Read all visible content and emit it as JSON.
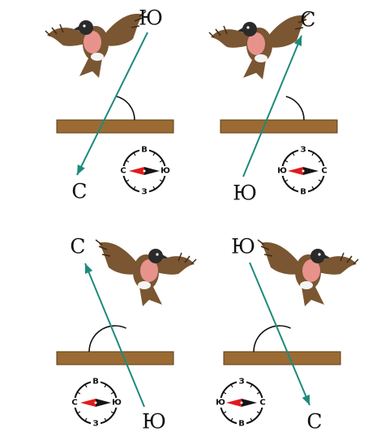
{
  "colors": {
    "background": "#ffffff",
    "arrow": "#1d8a7c",
    "bar": "#9b6b33",
    "bar_edge": "#5e3d14",
    "needle_north": "#e01b1b",
    "needle_south": "#151515",
    "bird_body": "#7a5632",
    "bird_breast": "#e8928c",
    "bird_head": "#2a2a2a"
  },
  "icons": {
    "bird": "bullfinch-in-flight",
    "compass": "compass-rose",
    "arrow": "direction-arrow"
  },
  "panels": [
    {
      "arrow_start": "Ю",
      "arrow_end": "С",
      "compass": {
        "top": "В",
        "bottom": "З",
        "left": "С",
        "right": "Ю"
      }
    },
    {
      "arrow_start": "Ю",
      "arrow_end": "С",
      "compass": {
        "top": "З",
        "bottom": "В",
        "left": "Ю",
        "right": "С"
      }
    },
    {
      "arrow_start": "Ю",
      "arrow_end": "С",
      "compass": {
        "top": "В",
        "bottom": "З",
        "left": "С",
        "right": "Ю"
      }
    },
    {
      "arrow_start": "Ю",
      "arrow_end": "С",
      "compass": {
        "top": "З",
        "bottom": "В",
        "left": "Ю",
        "right": "С"
      }
    }
  ]
}
